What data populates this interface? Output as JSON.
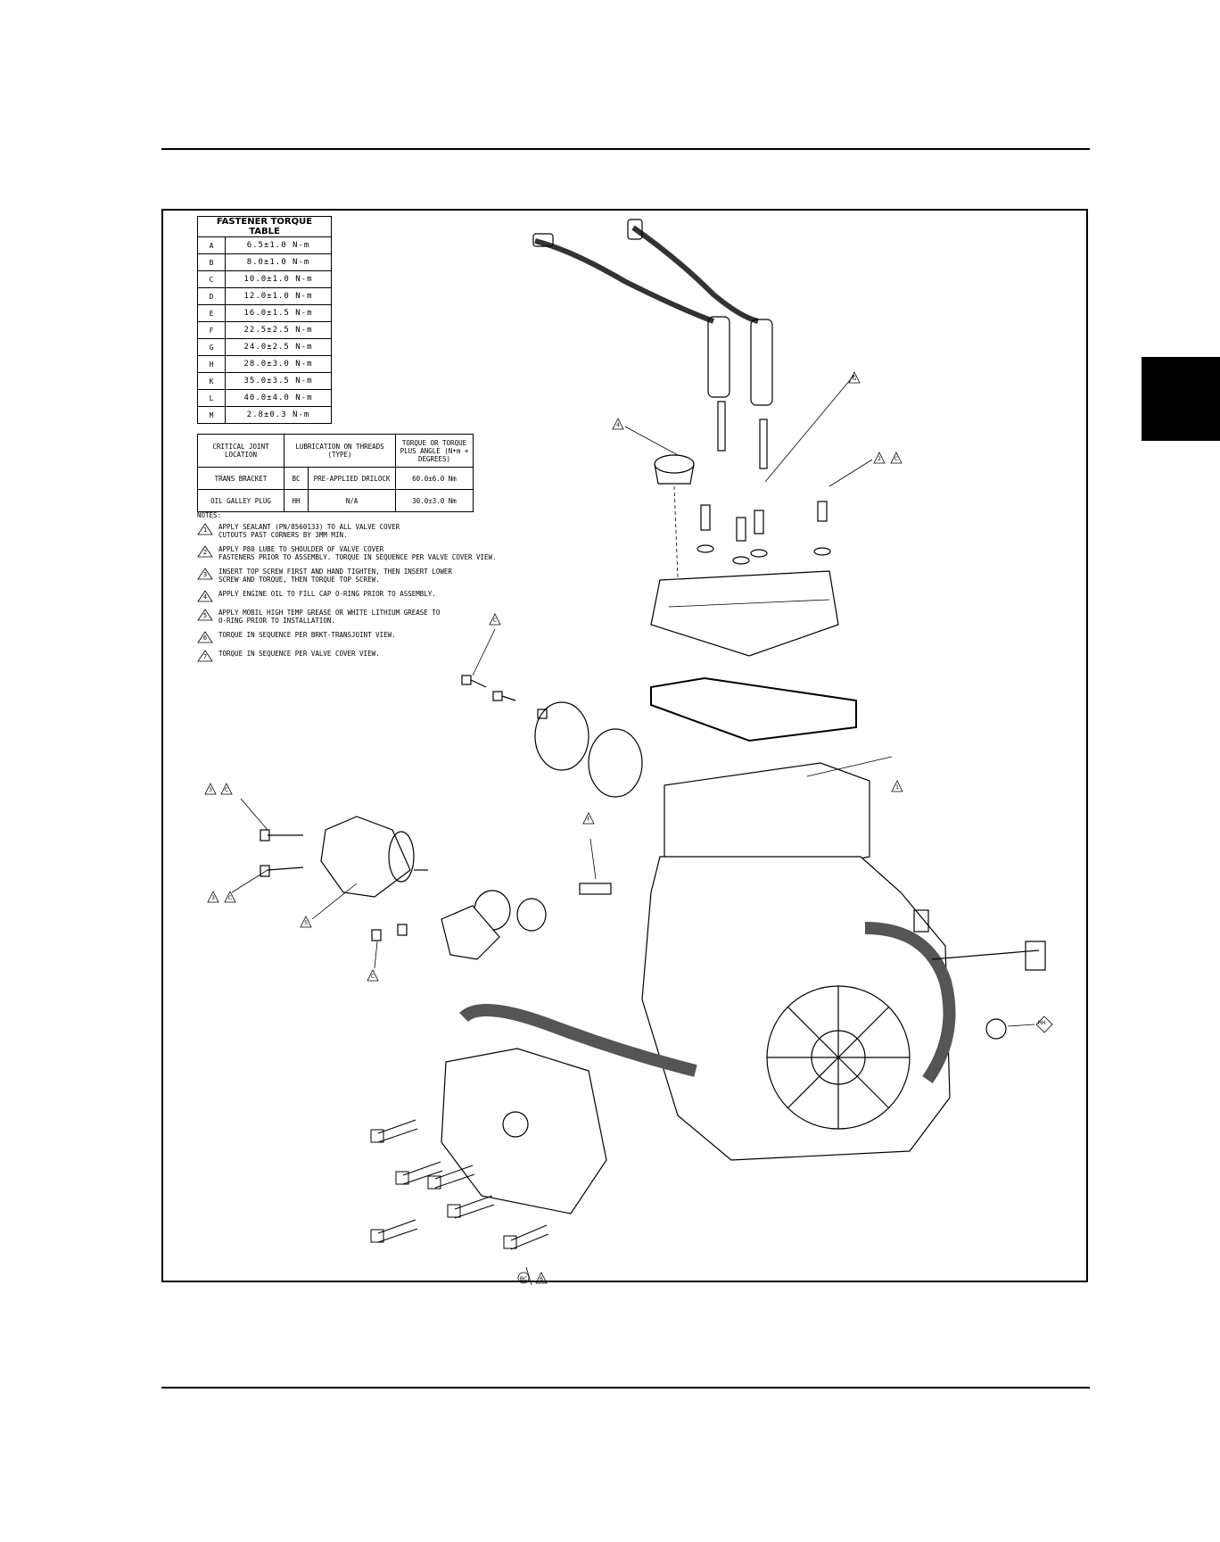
{
  "fastener_table": {
    "title": "FASTENER TORQUE TABLE",
    "rows": [
      {
        "code": "A",
        "value": "6.5±1.0 N-m"
      },
      {
        "code": "B",
        "value": "8.0±1.0 N-m"
      },
      {
        "code": "C",
        "value": "10.0±1.0 N-m"
      },
      {
        "code": "D",
        "value": "12.0±1.0 N-m"
      },
      {
        "code": "E",
        "value": "16.0±1.5 N-m"
      },
      {
        "code": "F",
        "value": "22.5±2.5 N-m"
      },
      {
        "code": "G",
        "value": "24.0±2.5 N-m"
      },
      {
        "code": "H",
        "value": "28.0±3.0 N-m"
      },
      {
        "code": "K",
        "value": "35.0±3.5 N-m"
      },
      {
        "code": "L",
        "value": "40.0±4.0 N-m"
      },
      {
        "code": "M",
        "value": "2.8±0.3 N-m"
      }
    ]
  },
  "critical_table": {
    "headers": [
      "CRITICAL JOINT LOCATION",
      "LUBRICATION ON THREADS (TYPE)",
      "TORQUE OR TORQUE PLUS ANGLE (N•m + DEGREES)"
    ],
    "rows": [
      {
        "location": "TRANS BRACKET",
        "symbol": "BC",
        "lube": "PRE-APPLIED DRILOCK",
        "torque": "60.0±6.0 Nm"
      },
      {
        "location": "OIL GALLEY PLUG",
        "symbol": "HH",
        "lube": "N/A",
        "torque": "30.0±3.0 Nm"
      }
    ]
  },
  "notes": {
    "heading": "NOTES:",
    "items": [
      {
        "num": "1",
        "text": "APPLY SEALANT (PN/8560133) TO ALL VALVE COVER\nCUTOUTS PAST CORNERS BY 3MM MIN."
      },
      {
        "num": "2",
        "text": "APPLY P80 LUBE TO SHOULDER OF VALVE COVER\nFASTENERS PRIOR TO ASSEMBLY. TORQUE IN SEQUENCE PER VALVE COVER VIEW."
      },
      {
        "num": "3",
        "text": "INSERT TOP SCREW FIRST AND HAND TIGHTEN, THEN INSERT LOWER\nSCREW AND TORQUE, THEN TORQUE TOP SCREW."
      },
      {
        "num": "4",
        "text": "APPLY ENGINE OIL TO FILL CAP O-RING PRIOR TO ASSEMBLY."
      },
      {
        "num": "5",
        "text": "APPLY MOBIL HIGH TEMP GREASE OR WHITE LITHIUM GREASE TO\nO-RING PRIOR TO INSTALLATION."
      },
      {
        "num": "6",
        "text": "TORQUE IN SEQUENCE PER BRKT-TRANSJOINT VIEW."
      },
      {
        "num": "7",
        "text": "TORQUE IN SEQUENCE PER VALVE COVER VIEW."
      }
    ]
  },
  "callouts": [
    {
      "label": "G"
    },
    {
      "label": "4"
    },
    {
      "label": "2"
    },
    {
      "label": "C"
    },
    {
      "label": "C"
    },
    {
      "label": "1"
    },
    {
      "label": "3"
    },
    {
      "label": "C"
    },
    {
      "label": "3"
    },
    {
      "label": "C"
    },
    {
      "label": "5"
    },
    {
      "label": "F"
    },
    {
      "label": "C"
    },
    {
      "label": "HH"
    },
    {
      "label": "BC"
    },
    {
      "label": "6"
    }
  ]
}
